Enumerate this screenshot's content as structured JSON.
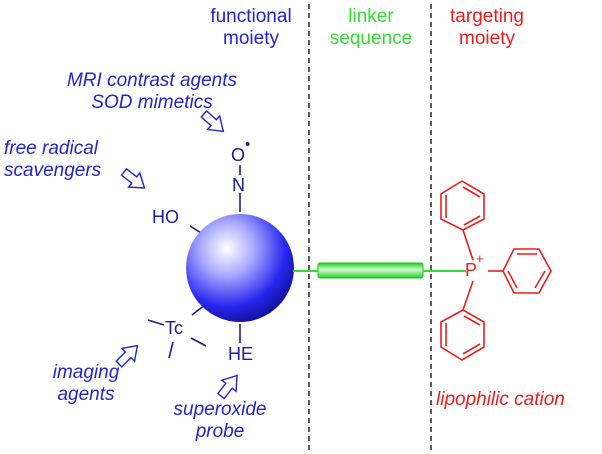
{
  "headers": {
    "functional": "functional\nmoiety",
    "linker": "linker\nsequence",
    "targeting": "targeting\nmoiety"
  },
  "labels": {
    "mri": "MRI contrast agents\nSOD mimetics",
    "radical": "free radical\nscavengers",
    "imaging": "imaging\nagents",
    "superoxide": "superoxide\nprobe",
    "lipophilic": "lipophilic cation"
  },
  "groups": {
    "oxygen_radical": "O",
    "radical_dot": "•",
    "nitrogen": "N",
    "hydroxyl": "HO",
    "technetium": "Tc",
    "he": "HE",
    "phosphorus": "P",
    "plus": "+"
  },
  "colors": {
    "functional": "#2323d0",
    "linker": "#33dd33",
    "targeting": "#ee1c1c"
  }
}
